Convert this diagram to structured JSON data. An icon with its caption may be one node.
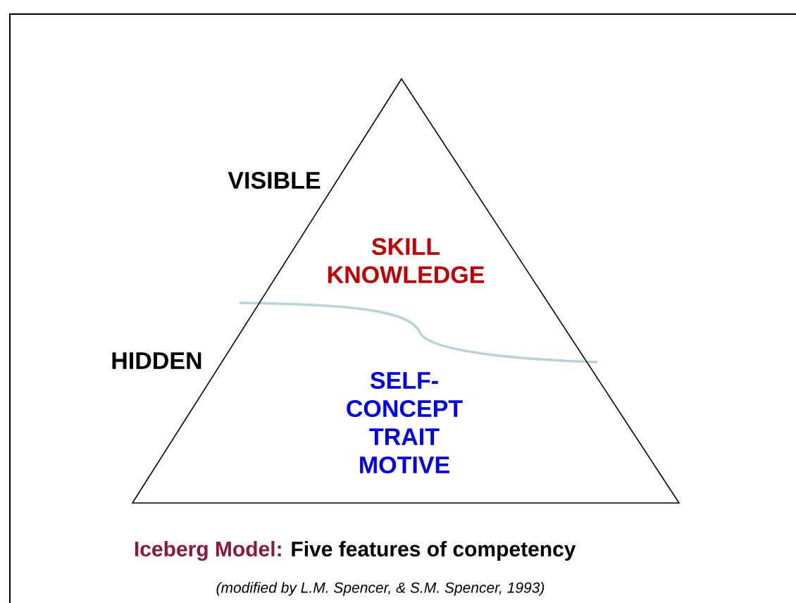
{
  "diagram": {
    "title": "Iceberg Model:",
    "caption": "(modified by L.M. Spencer, & S.M. Spencer, 1993)",
    "nodes": [
      {
        "text": [
          "SKILL KNOWLEDGE",
          "SELF-CONCEPT TRAIT MOTIVE"
        ]
      }
    ],
    "labels": [
      "VISIBLE",
      "HIDDEN",
      "Five features of competency"
    ]
  }
}
